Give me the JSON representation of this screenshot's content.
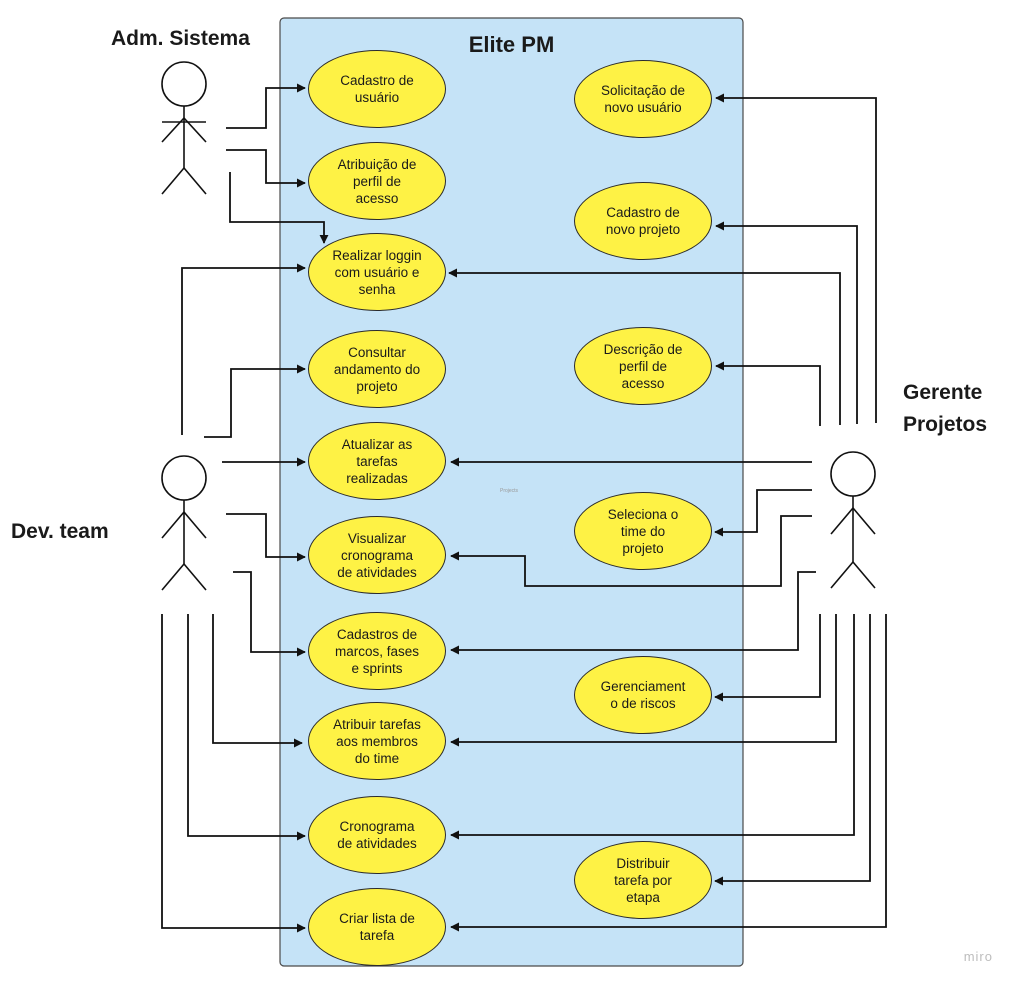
{
  "system": {
    "title": "Elite PM",
    "inner_text": "Projects",
    "fill": "#c5e3f7",
    "stroke": "#4a4a4a"
  },
  "actors": {
    "adm": "Adm. Sistema",
    "dev": "Dev. team",
    "gerente_line1": "Gerente",
    "gerente_line2": "Projetos"
  },
  "use_cases": {
    "cadastro_usuario": "Cadastro de\nusuário",
    "atribuicao_perfil": "Atribuição de\nperfil de\nacesso",
    "realizar_login": "Realizar loggin\ncom usuário e\nsenha",
    "consultar_andamento": "Consultar\nandamento do\nprojeto",
    "atualizar_tarefas": "Atualizar as\ntarefas\nrealizadas",
    "visualizar_cronograma": "Visualizar\ncronograma\nde atividades",
    "cadastros_marcos": "Cadastros de\nmarcos, fases\ne sprints",
    "atribuir_tarefas": "Atribuir tarefas\naos membros\ndo time",
    "cronograma_atividades": "Cronograma\nde atividades",
    "criar_lista": "Criar lista de\ntarefa",
    "solicitacao_usuario": "Solicitação de\nnovo usuário",
    "cadastro_projeto": "Cadastro de\nnovo projeto",
    "descricao_perfil": "Descrição de\nperfil de\nacesso",
    "seleciona_time": "Seleciona o\ntime do\nprojeto",
    "gerenciamento_riscos": "Gerenciament\no de riscos",
    "distribuir_tarefa": "Distribuir\ntarefa por\netapa"
  },
  "colors": {
    "use_case_fill": "#fef245",
    "line": "#111111"
  },
  "watermark": "miro"
}
